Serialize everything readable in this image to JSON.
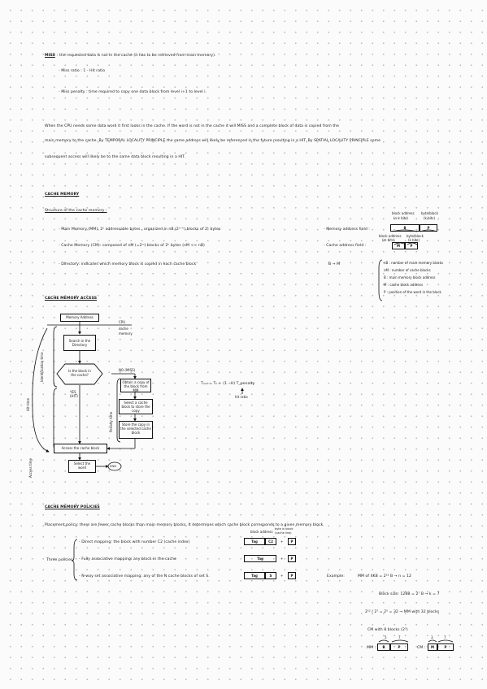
{
  "miss": {
    "label": "MISS",
    "text": ": the requested data is not in the cache (it has to be retrieved from main memory).",
    "rate": "- Miss ratio : 1 - Hit ratio",
    "penalty": "- Miss penalty : time required to copy one data block from level i+1 to level i."
  },
  "locality": {
    "line1": "When the CPU needs some data word it first looks in the cache. If the word is not in the cache it will MISS and a complete block of data is copied from the",
    "line2": "main memory to the cache. By TEMPORAL LOCALITY PRINCIPLE the same address will likely be referenced in the future resulting in a HIT. By SPATIAL LOCALITY PRINCIPLE some",
    "line3": "subsequent access will likely be to the same data block resulting in a HIT."
  },
  "cache_memory": {
    "heading": "CACHE MEMORY",
    "structure": "Structure of the cache memory :",
    "items": [
      "- Main Memory (MM): 2ⁿ addressable bytes , organized in  nB (2ⁿ⁻ᵏ) blocks of 2ᵏ bytes",
      "- Cache Memory (CM): composed of nM (=2ᵐ) blocks of 2ᵏ bytes  (nM << nB)",
      "- Directory: indicates which memory block is copied in each cache block"
    ],
    "mm_field_label": "- Memory address field :",
    "cm_field_label": "- Cache address field :",
    "block_addr_top": "block address",
    "block_addr_sub": "(n-k bits)",
    "byte_in_block_top": "byte/block",
    "byte_in_block_sub": "(k bits)",
    "cm_block_top": "block address",
    "cm_block_sub": "(m bits)",
    "cm_byte_top": "byte/block",
    "cm_byte_sub": "(k bits)",
    "b_cell": "B",
    "p_cell": "P",
    "m_cell": "M",
    "bm": "B → M",
    "legend": [
      "nB : number of main memory blocks",
      "nM : number of cache blocks",
      "B : main memory block address",
      "M : cache block address",
      "P : position of the word in the block"
    ]
  },
  "access": {
    "heading": "CACHE MEMORY ACCESS",
    "memory_address": "Memory Address",
    "cpu": "CPU",
    "cache_memory": "cache memory",
    "search": "Search in the Directory",
    "decision": "Is the block in the cache?",
    "no": "NO (MISS)",
    "yes": "YES (HIT)",
    "obtain": "Obtain a copy of the block from MM",
    "select": "Select a cache block to store the copy",
    "store": "Store the copy in the selected cache block",
    "access_block": "Access the cache block",
    "select_word": "Select the word",
    "end": "END",
    "identification": "Identification time",
    "hit_time": "Hit time",
    "penalty_time": "Penalty time",
    "access_time": "Access time",
    "formula": "Tₐᵥₑ = Tₕ + (1 - H) T_penalty",
    "hit_ratio": "hit ratio"
  },
  "policies": {
    "heading": "CACHE MEMORY POLICIES",
    "placement": "Placement policy: there are fewer cache blocks than main memory blocks. It determines which cache block corresponds to a given memory block.",
    "three": "Three policies",
    "direct": "- Direct mapping: the block with number  C2 (cache index)",
    "fully": "- Fully associative mapping: any block in the cache",
    "nway": "- N-way set associative mapping: any of the N cache blocks of set S.",
    "tag": "Tag",
    "c2": "C2",
    "s": "S",
    "p": "P",
    "plus": "+",
    "block_address": "block address",
    "byte_in_block": "byte in block (cache line)"
  },
  "example": {
    "label": "Example:",
    "line1": "MM of 4KB = 2¹² B  → n = 12",
    "line2": "Block size: 128B = 2⁷ B  → k = 7",
    "line3": "2¹² / 2⁷ = 2⁵ = 32  → MM with 32 blocks",
    "line4": "CM with 8 blocks (2³)",
    "mm_label": "MM :",
    "cm_label": "CM :",
    "b": "B",
    "p": "P",
    "m": "M",
    "five": "5",
    "seven": "7",
    "three": "3"
  }
}
